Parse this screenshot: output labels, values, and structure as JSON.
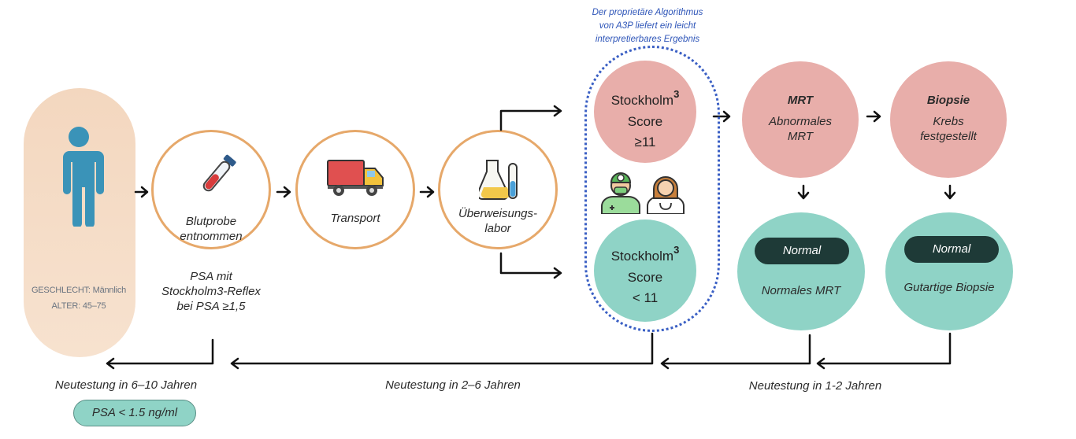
{
  "patient": {
    "gender_line": "GESCHLECHT: Männlich",
    "age_line": "ALTER: 45–75"
  },
  "steps": {
    "blood_line1": "Blutprobe",
    "blood_line2": "entnommen",
    "transport": "Transport",
    "lab_line1": "Überweisungs-",
    "lab_line2": "labor"
  },
  "psa_note": {
    "line1": "PSA mit",
    "line2": "Stockholm3-Reflex",
    "line3": "bei PSA ≥1,5"
  },
  "algorithm_note": {
    "line1": "Der proprietäre Algorithmus",
    "line2": "von A3P liefert ein leicht",
    "line3": "interpretierbares Ergebnis"
  },
  "score_high": {
    "title": "Stockholm",
    "sup": "3",
    "line2": "Score",
    "line3": "≥11"
  },
  "score_low": {
    "title": "Stockholm",
    "sup": "3",
    "line2": "Score",
    "line3": "< 11"
  },
  "mrt": {
    "title": "MRT",
    "line1": "Abnormales",
    "line2": "MRT"
  },
  "biopsy": {
    "title": "Biopsie",
    "line1": "Krebs",
    "line2": "festgestellt"
  },
  "normal_mrt": {
    "badge": "Normal",
    "label": "Normales MRT"
  },
  "normal_biopsy": {
    "badge": "Normal",
    "label": "Gutartige Biopsie"
  },
  "retest": {
    "left": "Neutestung in 6–10 Jahren",
    "middle": "Neutestung in 2–6 Jahren",
    "right": "Neutestung in 1-2 Jahren"
  },
  "psa_pill": "PSA < 1.5 ng/ml",
  "colors": {
    "patient_bg": "#f3d7bf",
    "patient_figure": "#3a93b8",
    "circle_border": "#e6a86a",
    "pink": "#e8aeaa",
    "teal": "#8fd3c6",
    "badge": "#1e3a37",
    "note_blue": "#2e55b8"
  },
  "icons": [
    "person-icon",
    "test-tube-icon",
    "truck-icon",
    "lab-flask-icon",
    "doctor-icon",
    "nurse-icon"
  ]
}
